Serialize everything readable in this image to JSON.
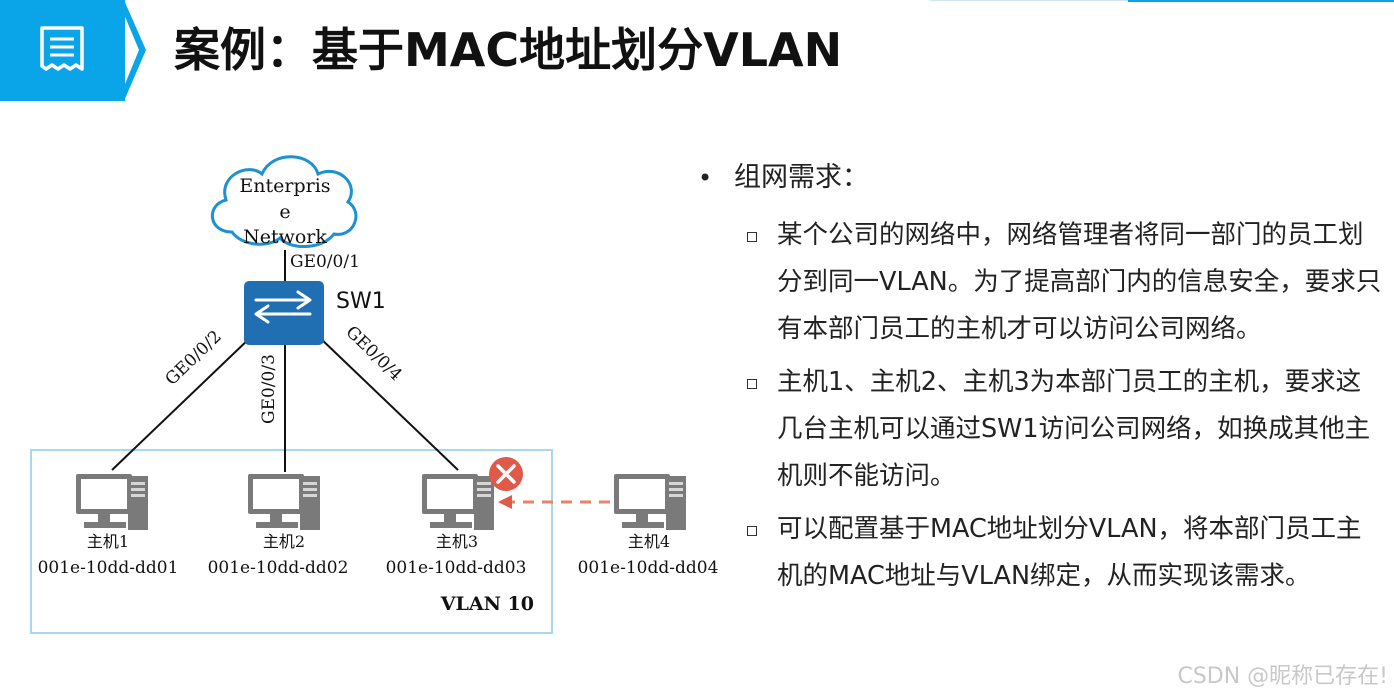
{
  "header": {
    "title": "案例：基于MAC地址划分VLAN"
  },
  "diagram": {
    "cloud_label": "Enterpris\ne\nNetwork",
    "switch": {
      "name": "SW1",
      "uplink_port": "GE0/0/1",
      "ports": [
        "GE0/0/2",
        "GE0/0/3",
        "GE0/0/4"
      ]
    },
    "hosts": [
      {
        "name": "主机1",
        "mac": "001e-10dd-dd01"
      },
      {
        "name": "主机2",
        "mac": "001e-10dd-dd02"
      },
      {
        "name": "主机3",
        "mac": "001e-10dd-dd03"
      },
      {
        "name": "主机4",
        "mac": "001e-10dd-dd04"
      }
    ],
    "vlan_label": "VLAN 10",
    "colors": {
      "switch": "#1f6fb2",
      "vlan_box": "#a8d8ec",
      "blocked": "#e05a4a",
      "dashed_arrow": "#e8826a"
    }
  },
  "requirements": {
    "heading": "组网需求：",
    "items": [
      "某个公司的网络中，网络管理者将同一部门的员工划分到同一VLAN。为了提高部门内的信息安全，要求只有本部门员工的主机才可以访问公司网络。",
      "主机1、主机2、主机3为本部门员工的主机，要求这几台主机可以通过SW1访问公司网络，如换成其他主机则不能访问。",
      "可以配置基于MAC地址划分VLAN，将本部门员工主机的MAC地址与VLAN绑定，从而实现该需求。"
    ]
  },
  "watermark": "CSDN @昵称已存在!"
}
